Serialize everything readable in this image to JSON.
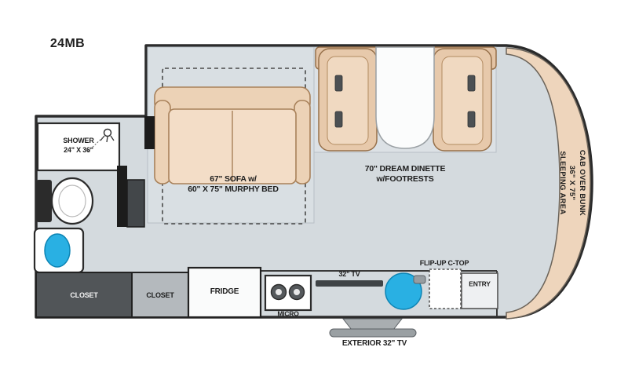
{
  "page": {
    "model": "24MB"
  },
  "colors": {
    "floor": "#d4dade",
    "outline": "#2b2b2b",
    "furniture_tan": "#eed5bc",
    "accent_blue": "#29b0e3",
    "closet_dark": "#515558"
  },
  "labels": {
    "shower": {
      "line1": "SHOWER",
      "line2": "24\" X 36\""
    },
    "sofa": {
      "line1": "67\" SOFA w/",
      "line2": "60\" X 75\" MURPHY BED"
    },
    "dinette": {
      "line1": "70\" DREAM DINETTE",
      "line2": "w/FOOTRESTS"
    },
    "cab_bunk": {
      "line1": "CAB OVER BUNK",
      "line2": "36\" X 75\"",
      "line3": "SLEEPING AREA"
    },
    "closet_left": "CLOSET",
    "closet_right": "CLOSET",
    "fridge": "FRIDGE",
    "micro": "MICRO",
    "tv": "32\" TV",
    "flip_up_ctop": "FLIP-UP C-TOP",
    "entry": "ENTRY",
    "exterior_tv": "EXTERIOR 32\" TV"
  }
}
